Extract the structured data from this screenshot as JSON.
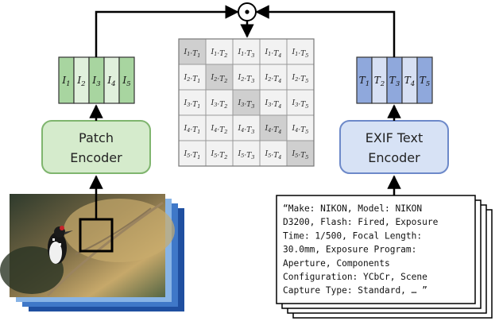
{
  "image_vector": {
    "labels": [
      "I1",
      "I2",
      "I3",
      "I4",
      "I5"
    ],
    "fills": [
      "#a8d5a0",
      "#e0f0dc",
      "#a8d5a0",
      "#e0f0dc",
      "#a8d5a0"
    ]
  },
  "text_vector": {
    "labels": [
      "T1",
      "T2",
      "T3",
      "T4",
      "T5"
    ],
    "fills": [
      "#8fa8dc",
      "#d7e0f3",
      "#8fa8dc",
      "#d7e0f3",
      "#8fa8dc"
    ]
  },
  "patch_encoder": {
    "line1": "Patch",
    "line2": "Encoder",
    "fill": "#d5ebcc",
    "stroke": "#7fb56e"
  },
  "text_encoder": {
    "line1": "EXIF Text",
    "line2": "Encoder",
    "fill": "#d7e2f5",
    "stroke": "#6d89c9"
  },
  "operator_symbol": "⊙",
  "similarity_matrix": {
    "rows": [
      [
        "I1·T1",
        "I1·T2",
        "I1·T3",
        "I1·T4",
        "I1·T5"
      ],
      [
        "I2·T1",
        "I2·T2",
        "I2·T3",
        "I2·T4",
        "I2·T5"
      ],
      [
        "I3·T1",
        "I3·T2",
        "I3·T3",
        "I3·T4",
        "I3·T5"
      ],
      [
        "I4·T1",
        "I4·T2",
        "I4·T3",
        "I4·T4",
        "I4·T5"
      ],
      [
        "I5·T1",
        "I5·T2",
        "I5·T3",
        "I5·T4",
        "I5·T5"
      ]
    ],
    "diagonal_fill": "#cfcfcf",
    "cell_fill": "#f2f2f2"
  },
  "exif_text": [
    "“Make: NIKON, Model: NIKON",
    "D3200, Flash: Fired, Exposure",
    "Time: 1/500, Focal Length:",
    "30.0mm, Exposure Program:",
    "Aperture, Components",
    "Configuration: YCbCr, Scene",
    "Capture Type: Standard, … ”"
  ]
}
